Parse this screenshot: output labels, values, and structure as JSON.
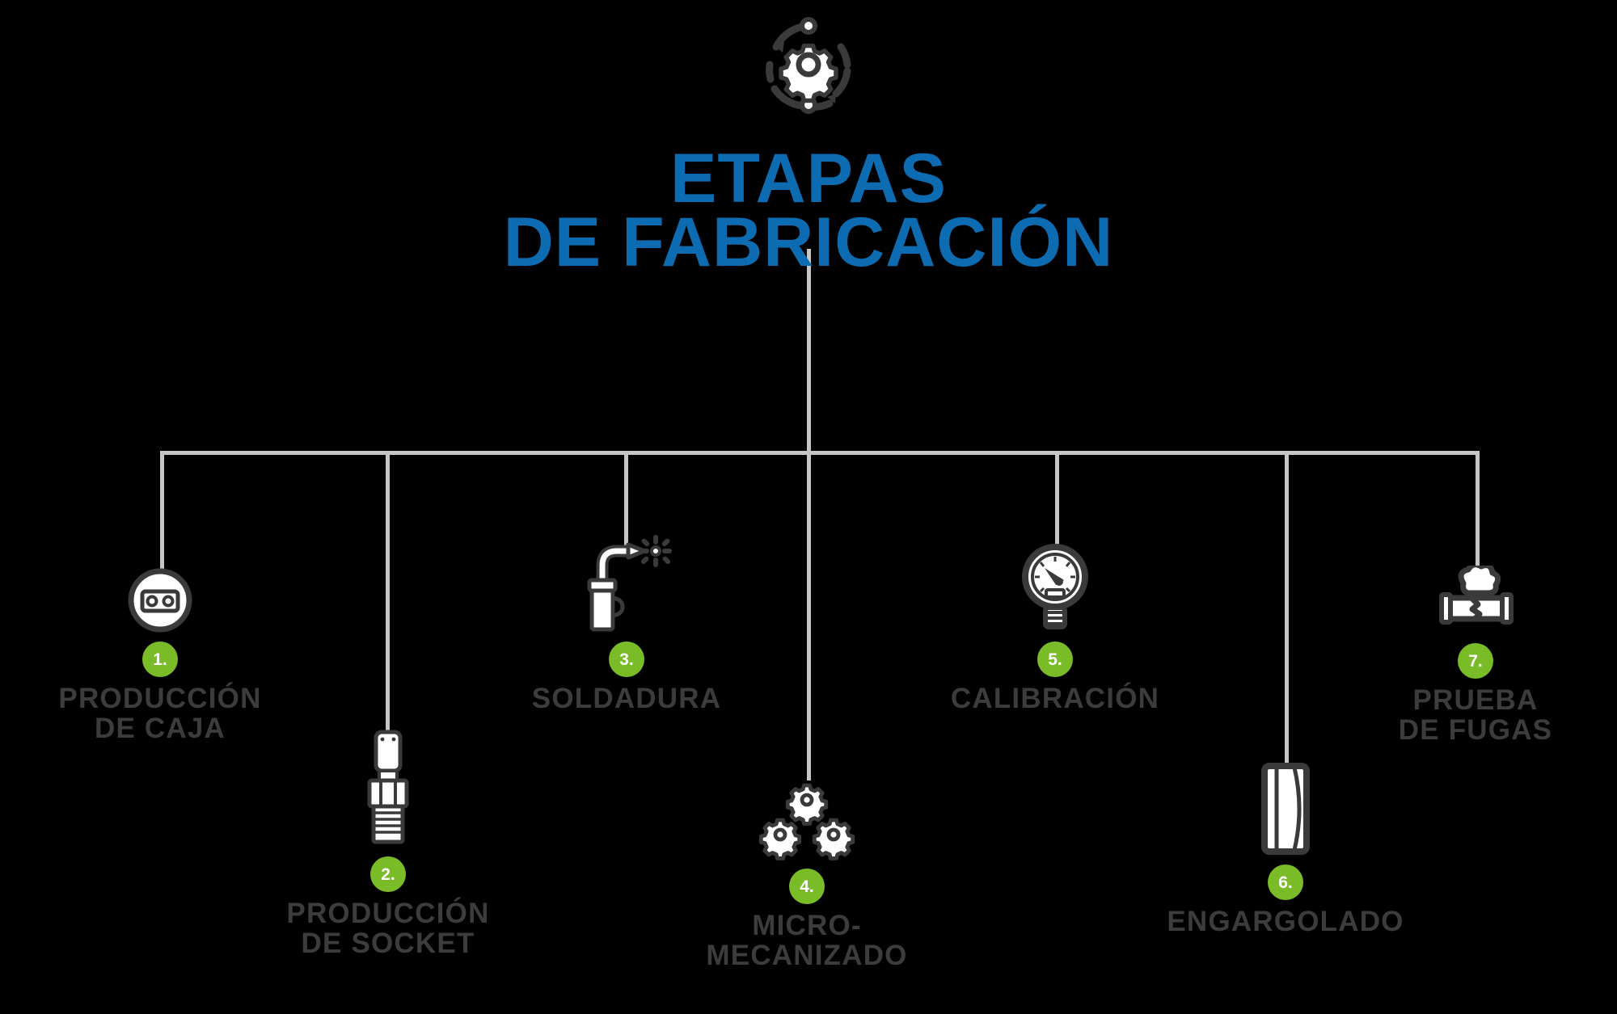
{
  "header": {
    "logo_icon": "gear-orbit-icon",
    "title_line1": "ETAPAS",
    "title_line2": "DE FABRICACIÓN",
    "title_color": "#0d6cb1"
  },
  "colors": {
    "background": "#000000",
    "connector": "#c6c6c6",
    "badge": "#79bc28",
    "label": "#3c3c3c",
    "icon_dark": "#3a3a3a",
    "icon_light": "#ffffff"
  },
  "stages": [
    {
      "number": "1.",
      "label": "PRODUCCIÓN\nDE CAJA",
      "icon": "meter-box-circle-icon"
    },
    {
      "number": "2.",
      "label": "PRODUCCIÓN\nDE SOCKET",
      "icon": "socket-connector-icon"
    },
    {
      "number": "3.",
      "label": "SOLDADURA",
      "icon": "welding-torch-icon"
    },
    {
      "number": "4.",
      "label": "MICRO-MECANIZADO",
      "icon": "three-gears-icon"
    },
    {
      "number": "5.",
      "label": "CALIBRACIÓN",
      "icon": "pressure-gauge-icon"
    },
    {
      "number": "6.",
      "label": "ENGARGOLADO",
      "icon": "rolled-cylinder-icon"
    },
    {
      "number": "7.",
      "label": "PRUEBA\nDE FUGAS",
      "icon": "pipe-leak-icon"
    }
  ]
}
